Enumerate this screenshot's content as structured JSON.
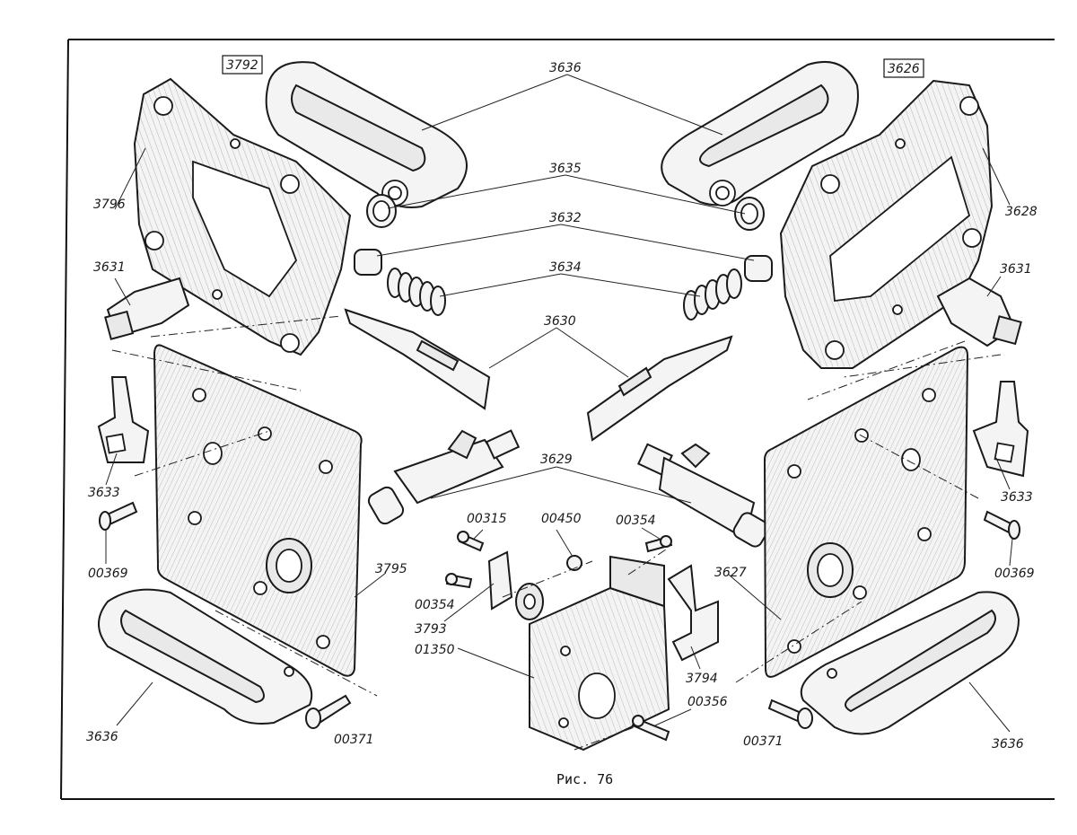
{
  "caption": "Рис. 76",
  "labels": {
    "l3792": "3792",
    "l3626": "3626",
    "l3636_top": "3636",
    "l3635": "3635",
    "l3632": "3632",
    "l3634": "3634",
    "l3630": "3630",
    "l3629": "3629",
    "l3796": "3796",
    "l3628": "3628",
    "l3631_left": "3631",
    "l3631_right": "3631",
    "l3633_left": "3633",
    "l3633_right": "3633",
    "l00369_left": "00369",
    "l00369_right": "00369",
    "l3795": "3795",
    "l3627": "3627",
    "l00315": "00315",
    "l00450": "00450",
    "l00354_top": "00354",
    "l00354_left": "00354",
    "l3793": "3793",
    "l01350": "01350",
    "l3794": "3794",
    "l00356": "00356",
    "l00371_left": "00371",
    "l00371_right": "00371",
    "l3636_left": "3636",
    "l3636_right": "3636"
  }
}
